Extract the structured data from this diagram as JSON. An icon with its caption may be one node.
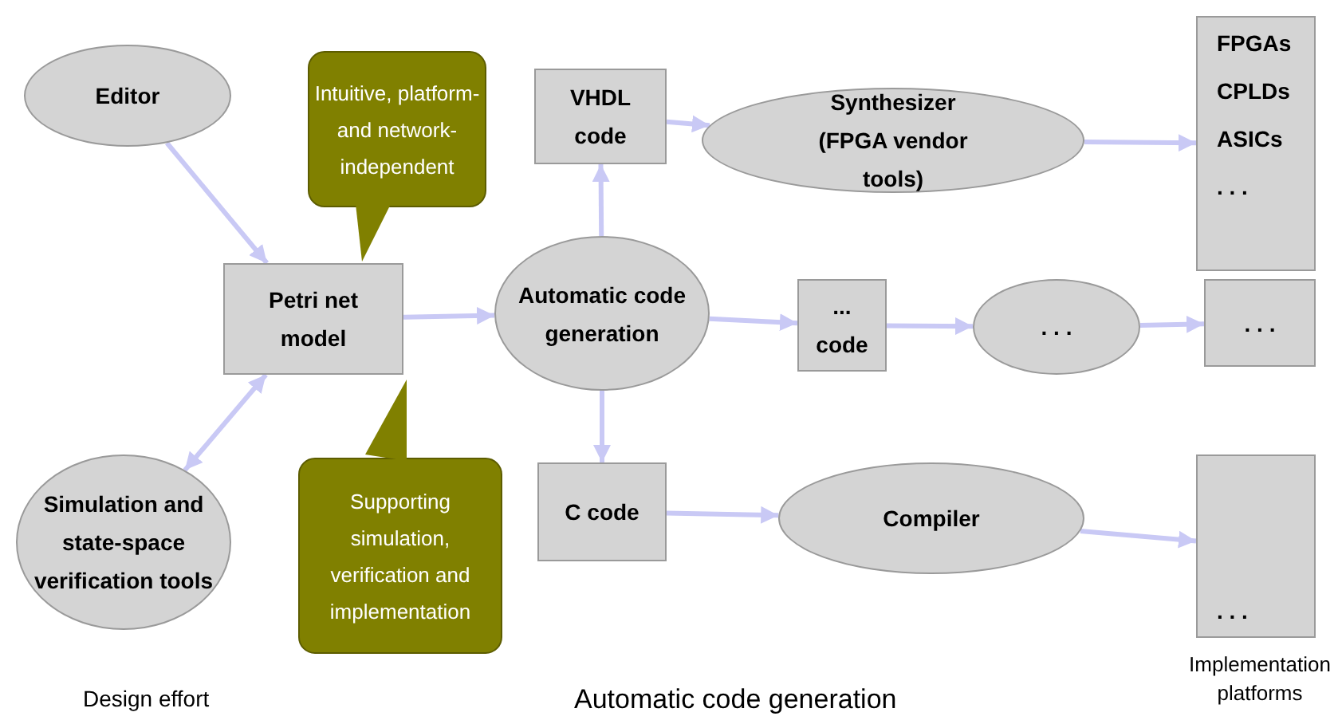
{
  "diagram": {
    "nodes": [
      {
        "text": [
          "Editor"
        ]
      },
      {
        "text": [
          "Intuitive, platform- and network-independent"
        ]
      },
      {
        "text": [
          "VHDL code"
        ]
      },
      {
        "text": [
          "Synthesizer (FPGA vendor tools)"
        ]
      },
      {
        "text": [
          "FPGAs",
          "CPLDs",
          "ASICs",
          ". . ."
        ]
      },
      {
        "text": [
          "Petri net model"
        ]
      },
      {
        "text": [
          "Automatic code generation"
        ]
      },
      {
        "text": [
          "... code"
        ]
      },
      {
        "text": [
          ". . ."
        ]
      },
      {
        "text": [
          ". . ."
        ]
      },
      {
        "text": [
          "Simulation and state-space verification tools"
        ]
      },
      {
        "text": [
          "Supporting simulation, verification and implementation"
        ]
      },
      {
        "text": [
          "C code"
        ]
      },
      {
        "text": [
          "Compiler"
        ]
      },
      {
        "text": [
          ". . ."
        ]
      }
    ],
    "edges": [
      {
        "from": 0,
        "to": 5,
        "arrow": "to"
      },
      {
        "from": 10,
        "to": 5,
        "arrow": "both"
      },
      {
        "from": 5,
        "to": 6,
        "arrow": "to"
      },
      {
        "from": 6,
        "to": 2,
        "arrow": "to"
      },
      {
        "from": 2,
        "to": 3,
        "arrow": "to"
      },
      {
        "from": 3,
        "to": 4,
        "arrow": "to"
      },
      {
        "from": 6,
        "to": 7,
        "arrow": "to"
      },
      {
        "from": 7,
        "to": 8,
        "arrow": "to"
      },
      {
        "from": 8,
        "to": 9,
        "arrow": "to"
      },
      {
        "from": 6,
        "to": 12,
        "arrow": "to"
      },
      {
        "from": 12,
        "to": 13,
        "arrow": "to"
      },
      {
        "from": 13,
        "to": 14,
        "arrow": "to"
      }
    ],
    "labels": [
      "Design effort",
      "Automatic code generation",
      "Implementation platforms"
    ]
  }
}
